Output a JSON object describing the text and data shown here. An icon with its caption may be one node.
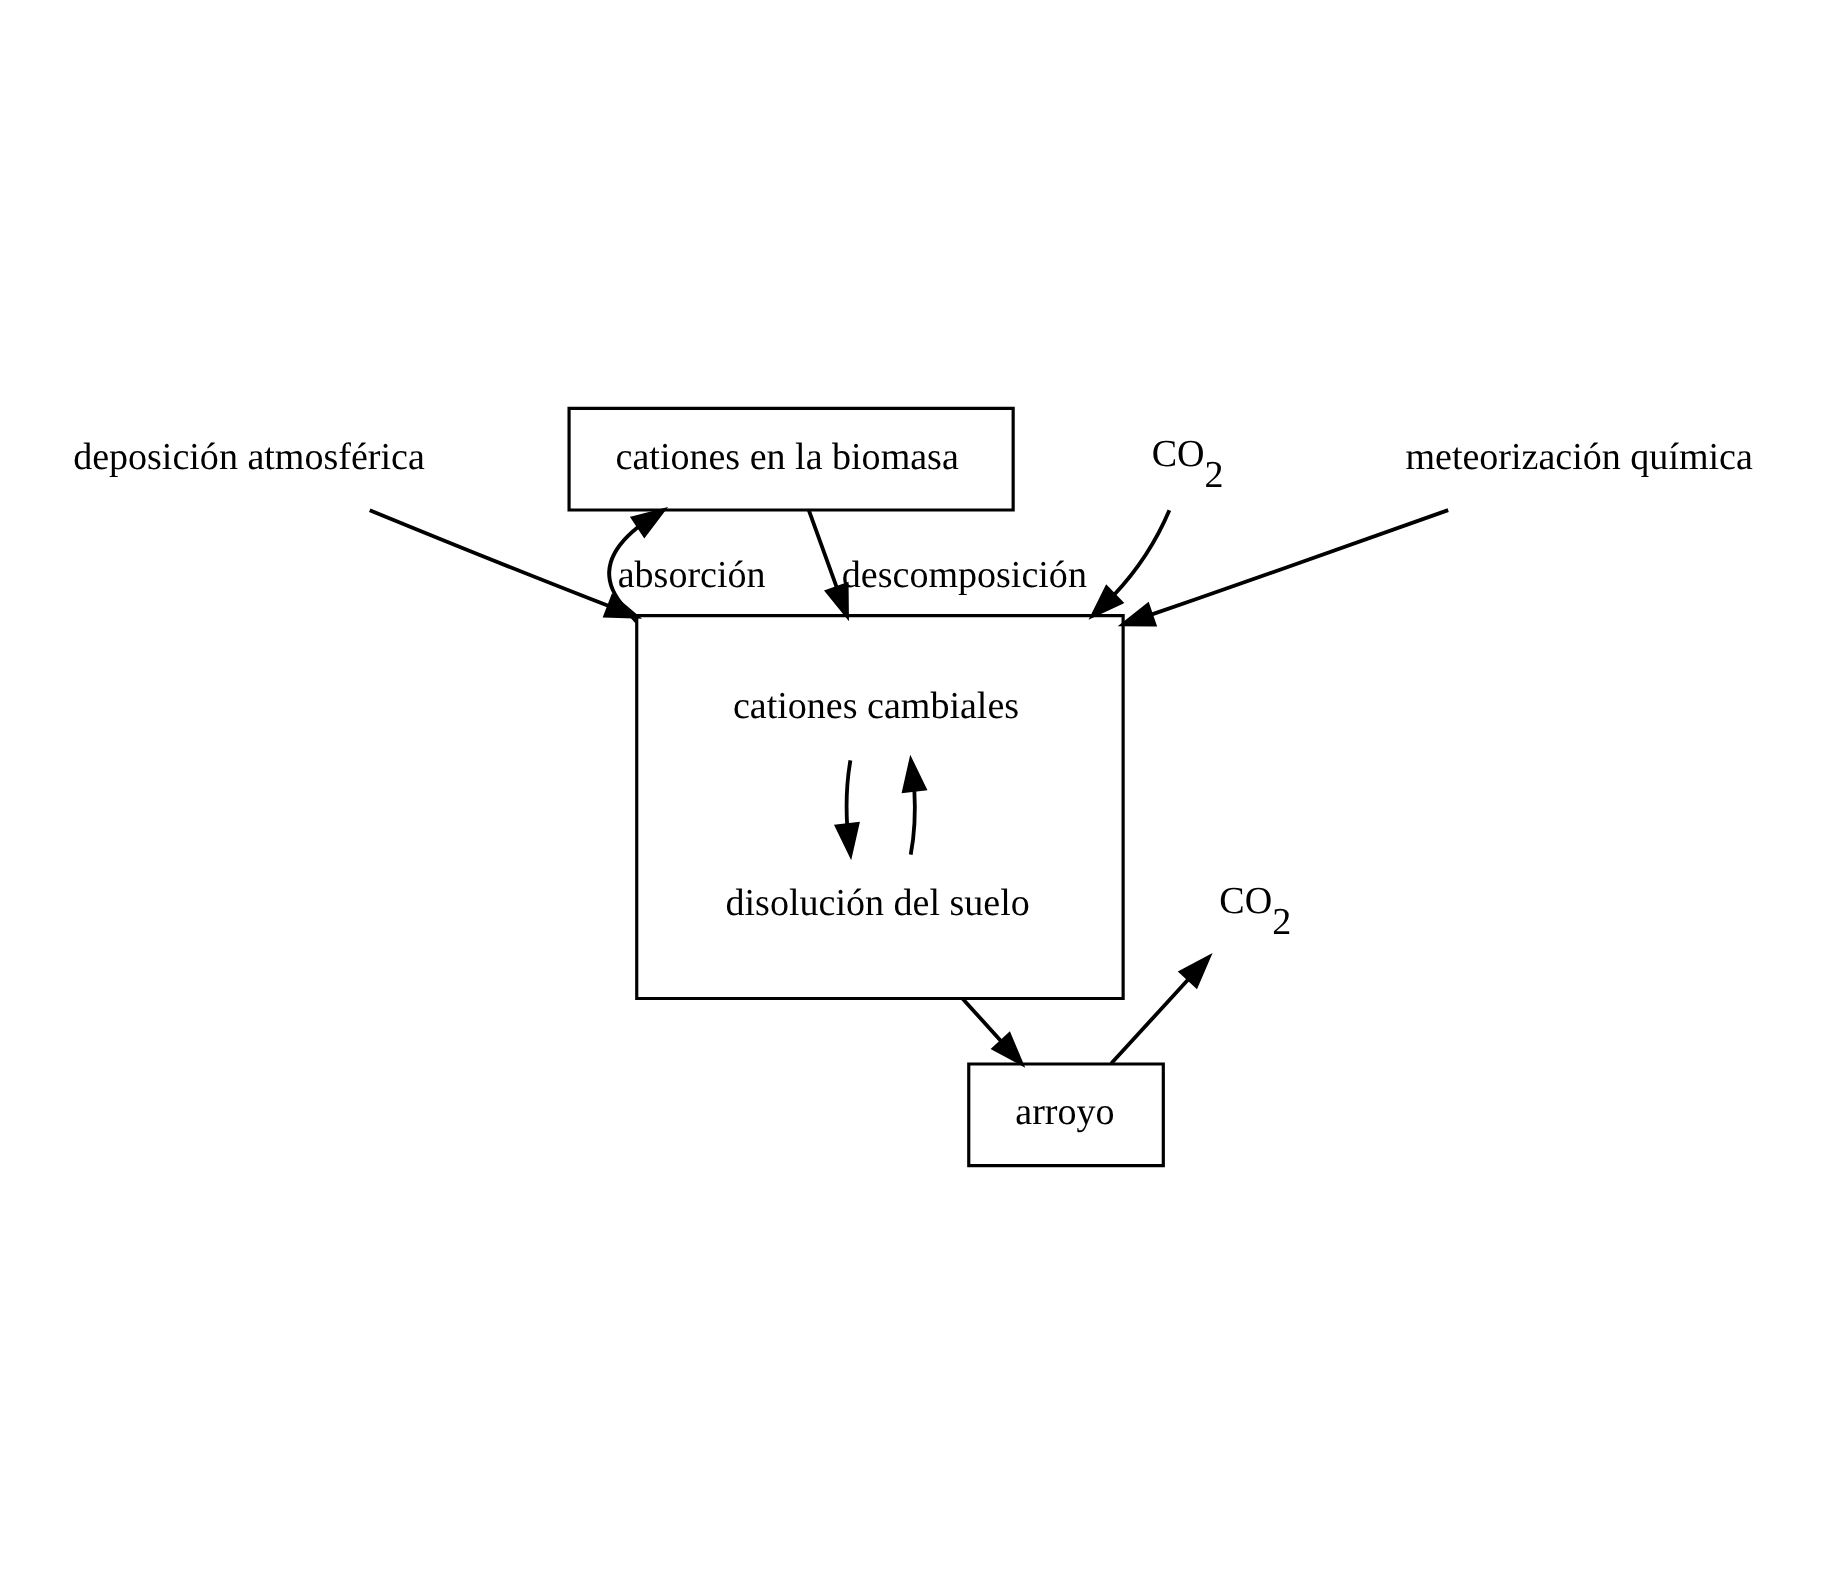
{
  "diagram": {
    "nodes": [
      {
        "text": [
          "deposición atmosférica"
        ]
      },
      {
        "text": [
          "cationes en la biomasa"
        ]
      },
      {
        "text": [
          "CO$_{2}$"
        ]
      },
      {
        "text": [
          "meteorización química"
        ]
      },
      {
        "text": [],
        "shape": "box"
      },
      {
        "text": [
          "cationes cambiales"
        ],
        "in": 4
      },
      {
        "text": [
          "disolución del suelo"
        ],
        "in": 4
      },
      {
        "text": [
          "CO$_{2}$"
        ]
      },
      {
        "text": [
          "arroyo"
        ]
      }
    ],
    "edges": [
      {
        "from": 0,
        "to": 4,
        "arrow": "to"
      },
      {
        "from": 2,
        "to": 4,
        "arrow": "to"
      },
      {
        "from": 3,
        "to": 4,
        "arrow": "to"
      },
      {
        "from": 4,
        "to": 1,
        "arrow": "to",
        "label": "absorción"
      },
      {
        "from": 1,
        "to": 4,
        "arrow": "to",
        "label": "descomposición"
      },
      {
        "from": 6,
        "to": 5,
        "arrow": "to"
      },
      {
        "from": 5,
        "to": 6,
        "arrow": "to"
      },
      {
        "from": 4,
        "to": 8,
        "arrow": "to"
      },
      {
        "from": 8,
        "to": 7,
        "arrow": "to"
      }
    ]
  }
}
